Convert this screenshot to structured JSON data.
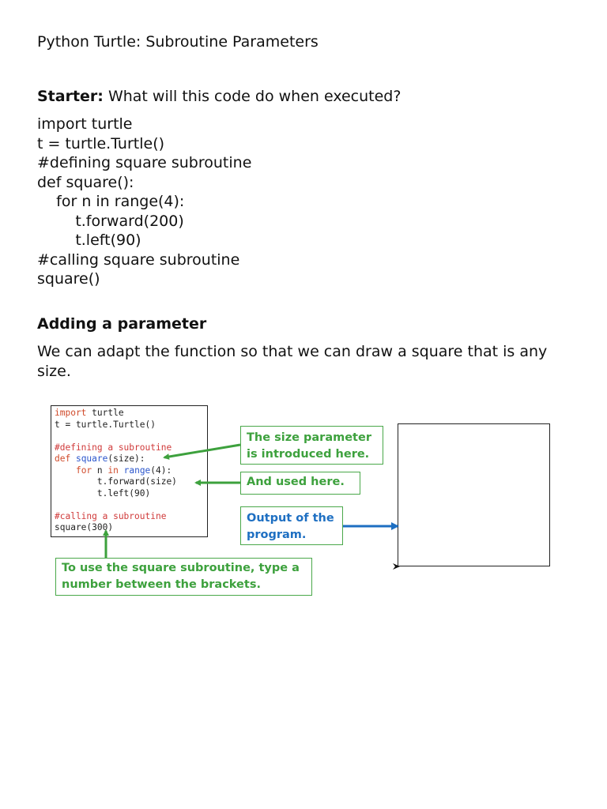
{
  "document": {
    "title": "Python Turtle: Subroutine Parameters",
    "starter": {
      "label": "Starter:",
      "question": "What will this code do when executed?"
    },
    "starter_code": [
      "import turtle",
      "t = turtle.Turtle()",
      "#defining square subroutine",
      "def square():",
      "    for n in range(4):",
      "        t.forward(200)",
      "        t.left(90)",
      "#calling square subroutine",
      "square()"
    ],
    "section_heading": "Adding a parameter",
    "section_text": "We can adapt the function so that we can draw a square that is any size."
  },
  "figure": {
    "code": {
      "l1_kw": "import",
      "l1_rest": " turtle",
      "l2": "t = turtle.Turtle()",
      "l4": "#defining a subroutine",
      "l5_kw": "def",
      "l5_fn": " square",
      "l5_rest": "(size):",
      "l6_indent": "    ",
      "l6_kw1": "for",
      "l6_mid": " n ",
      "l6_kw2": "in",
      "l6_fn": " range",
      "l6_rest": "(4):",
      "l7": "        t.forward(size)",
      "l8": "        t.left(90)",
      "l10": "#calling a subroutine",
      "l11": "square(300)"
    },
    "callouts": {
      "size_param": "The size parameter is introduced here.",
      "used_here": "And used here.",
      "output": "Output of the program.",
      "usage": "To use the square subroutine, type a number between the brackets."
    },
    "colors": {
      "green": "#3da13d",
      "blue": "#1e6fc2",
      "keyword": "#d04a2a",
      "function": "#2a55cc",
      "comment": "#d03a3a"
    }
  }
}
